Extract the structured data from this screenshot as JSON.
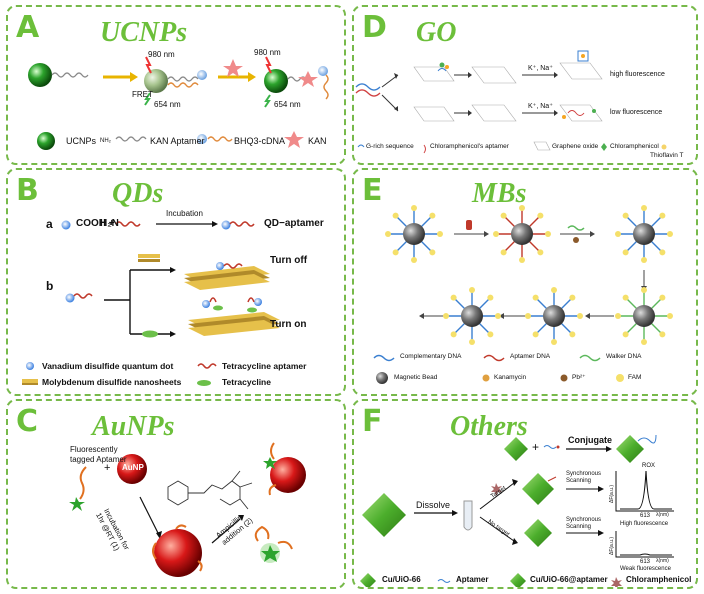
{
  "panels": {
    "A": {
      "letter": "A",
      "title": "UCNPs",
      "labels": {
        "nm980_a": "980 nm",
        "fret": "FRET",
        "nm654_a": "654 nm",
        "nm980_b": "980 nm",
        "nm654_b": "654 nm"
      },
      "legend": {
        "ucnps": "UCNPs",
        "nh2": "NH₂",
        "aptamer": "KAN Aptamer",
        "cdna": "BHQ3-cDNA",
        "kan": "KAN"
      }
    },
    "B": {
      "letter": "B",
      "title": "QDs",
      "labels": {
        "a": "a",
        "cooh": "COOH +",
        "h2n": "H₂N",
        "incubation": "Incubation",
        "qd_aptamer": "QD−aptamer",
        "b": "b",
        "turn_off": "Turn off",
        "turn_on": "Turn on"
      },
      "legend": {
        "vanadium": "Vanadium disulfide quantum dot",
        "tetra_apt": "Tetracycline aptamer",
        "molybdenum": "Molybdenum disulfide nanosheets",
        "tetracycline": "Tetracycline"
      }
    },
    "C": {
      "letter": "C",
      "title": "AuNPs",
      "labels": {
        "tagged": "Fluorescently\ntagged Aptamer",
        "plus": "+",
        "aunp": "AuNP",
        "incubation": "Incubation for\n1hr @RT (1)",
        "ampicillin": "Ampicillin\naddition (2)"
      }
    },
    "D": {
      "letter": "D",
      "title": "GO",
      "labels": {
        "k_na_top": "K⁺, Na⁺",
        "high": "high fluorescence",
        "k_na_bot": "K⁺, Na⁺",
        "low": "low fluorescence"
      },
      "legend": {
        "grich": "G-rich sequence",
        "chlor_apt": "Chloramphenicol's aptamer",
        "go": "Graphene oxide",
        "chlor": "Chloramphenicol",
        "thio": "Thioflavin T"
      }
    },
    "E": {
      "letter": "E",
      "title": "MBs",
      "legend": {
        "comp": "Complementary DNA",
        "apt": "Aptamer DNA",
        "walker": "Walker DNA",
        "bead": "Magnetic Bead",
        "kana": "Kanamycin",
        "pb": "Pb²⁺",
        "fam": "FAM"
      }
    },
    "F": {
      "letter": "F",
      "title": "Others",
      "labels": {
        "plus": "+",
        "conjugate": "Conjugate",
        "dissolve": "Dissolve",
        "target": "Target",
        "no_target": "No target",
        "sync1": "Synchronous\nScanning",
        "sync2": "Synchronous\nScanning",
        "rox": "ROX",
        "n613a": "613",
        "high_fl": "High fluorescence",
        "n613b": "613",
        "weak_fl": "Weak fluorescence",
        "yaxis1": "ΔF(a.u.)",
        "yaxis2": "ΔF(a.u.)",
        "xaxis1": "λ(nm)",
        "xaxis2": "λ(nm)"
      },
      "legend": {
        "cu": "Cu/UiO-66",
        "apt": "Aptamer",
        "cuapt": "Cu/UiO-66@aptamer",
        "chlor": "Chloramphenicol"
      }
    }
  }
}
